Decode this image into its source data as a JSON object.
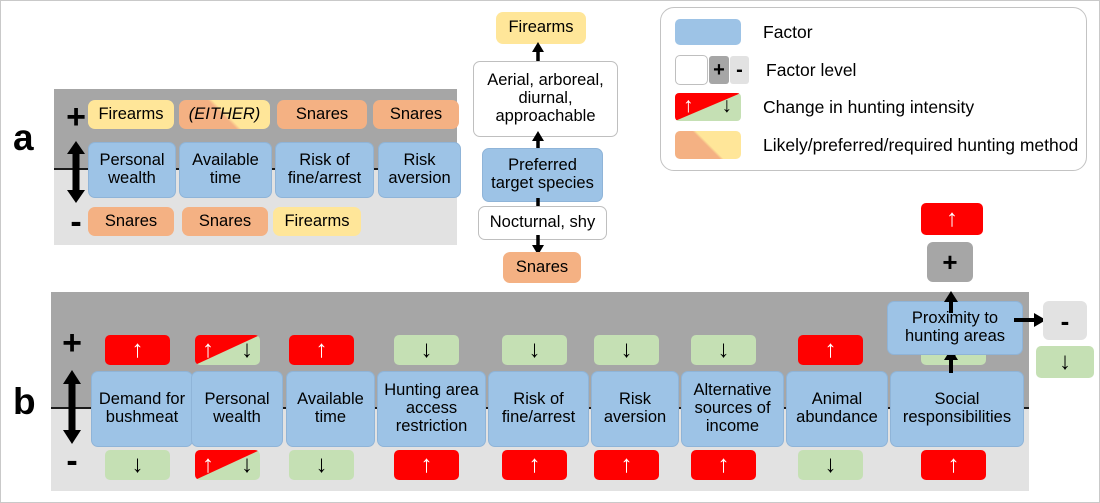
{
  "figure": {
    "panels": [
      {
        "id": "a",
        "letter": "a"
      },
      {
        "id": "b",
        "letter": "b"
      }
    ],
    "level_plus": "+",
    "level_minus": "-",
    "arrow_up": "↑",
    "arrow_down": "↓"
  },
  "panel_a": {
    "letter": "a",
    "columns": [
      {
        "factor": "Personal wealth",
        "plus": "Firearms",
        "plus_type": "firearms",
        "minus": "Snares",
        "minus_type": "snares"
      },
      {
        "factor": "Available time",
        "plus": "(EITHER)",
        "plus_type": "either",
        "minus": "Snares",
        "minus_type": "snares"
      },
      {
        "factor": "Risk of fine/arrest",
        "plus": "Snares",
        "plus_type": "snares",
        "minus": "Firearms",
        "minus_type": "firearms"
      },
      {
        "factor": "Risk aversion",
        "plus": "Snares",
        "plus_type": "snares",
        "minus": "",
        "minus_type": "none"
      }
    ]
  },
  "flow": {
    "top_method": "Firearms",
    "top_traits": "Aerial, arboreal, diurnal, approachable",
    "center_factor": "Preferred target species",
    "bottom_traits": "Nocturnal, shy",
    "bottom_method": "Snares"
  },
  "panel_b": {
    "letter": "b",
    "columns": [
      {
        "factor": "Demand for bushmeat",
        "plus": "up",
        "minus": "down"
      },
      {
        "factor": "Personal wealth",
        "plus": "both",
        "minus": "both"
      },
      {
        "factor": "Available time",
        "plus": "up",
        "minus": "down"
      },
      {
        "factor": "Hunting area access restriction",
        "plus": "down",
        "minus": "up"
      },
      {
        "factor": "Risk of fine/arrest",
        "plus": "down",
        "minus": "up"
      },
      {
        "factor": "Risk aversion",
        "plus": "down",
        "minus": "up"
      },
      {
        "factor": "Alternative sources of income",
        "plus": "down",
        "minus": "up"
      },
      {
        "factor": "Animal abundance",
        "plus": "up",
        "minus": "down"
      },
      {
        "factor": "Social responsibilities",
        "plus": "down",
        "minus": "up"
      }
    ],
    "external": {
      "factor": "Proximity to hunting areas",
      "plus_level": "+",
      "plus_change": "up",
      "minus_level": "-",
      "minus_change": "down"
    }
  },
  "legend": {
    "rows": [
      {
        "key": "factor",
        "label": "Factor"
      },
      {
        "key": "factor-level",
        "label": "Factor level",
        "plus": "+",
        "minus": "-"
      },
      {
        "key": "change",
        "label": "Change in hunting intensity",
        "up": "↑",
        "down": "↓"
      },
      {
        "key": "method",
        "label": "Likely/preferred/required hunting method"
      }
    ]
  },
  "colors": {
    "factor": "#9dc3e6",
    "snares": "#f4b183",
    "firearms": "#ffe699",
    "increase": "#ff0000",
    "decrease": "#c5e0b4",
    "band_plus": "#a6a6a6",
    "band_minus": "#e2e2e2"
  }
}
